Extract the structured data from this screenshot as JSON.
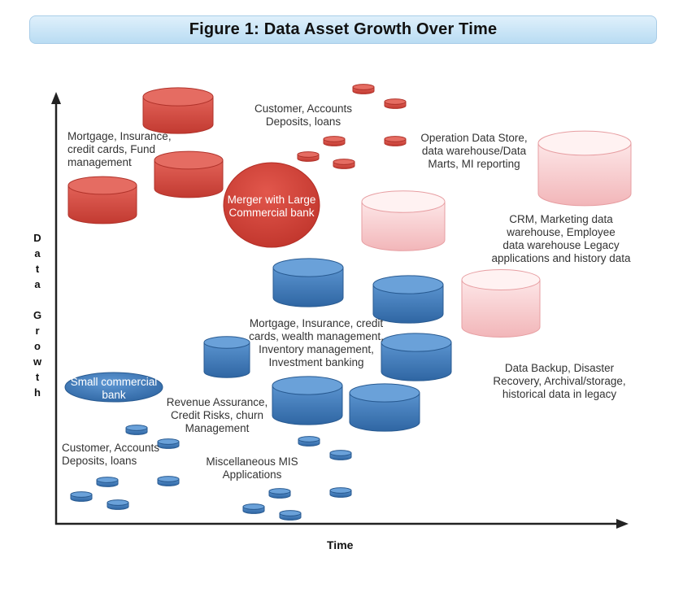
{
  "title": "Figure 1: Data Asset Growth Over Time",
  "axes": {
    "y_label": "D\na\nt\na\n\nG\nr\no\nw\nt\nh",
    "x_label": "Time"
  },
  "labels": {
    "customer_top": "Customer, Accounts\nDeposits, loans",
    "mortgage_top": "Mortgage, Insurance,\ncredit cards, Fund\nmanagement",
    "merger": "Merger with Large\nCommercial bank",
    "ods": "Operation Data Store,\ndata warehouse/Data\nMarts, MI reporting",
    "crm": "CRM, Marketing data\nwarehouse, Employee\ndata warehouse Legacy\napplications and history data",
    "mortgage_mid": "Mortgage, Insurance, credit\ncards, wealth management,\nInventory management,\nInvestment banking",
    "small_bank": "Small commercial\nbank",
    "revenue": "Revenue  Assurance,\nCredit Risks, churn\nManagement",
    "backup": "Data Backup, Disaster\nRecovery, Archival/storage,\nhistorical data in legacy",
    "customer_bottom": "Customer, Accounts\nDeposits, loans",
    "misc": "Miscellaneous MIS\nApplications"
  },
  "colors": {
    "red": "#d0473d",
    "blue": "#3e78b5",
    "pink": "#f6c7c9",
    "axis": "#222222"
  }
}
